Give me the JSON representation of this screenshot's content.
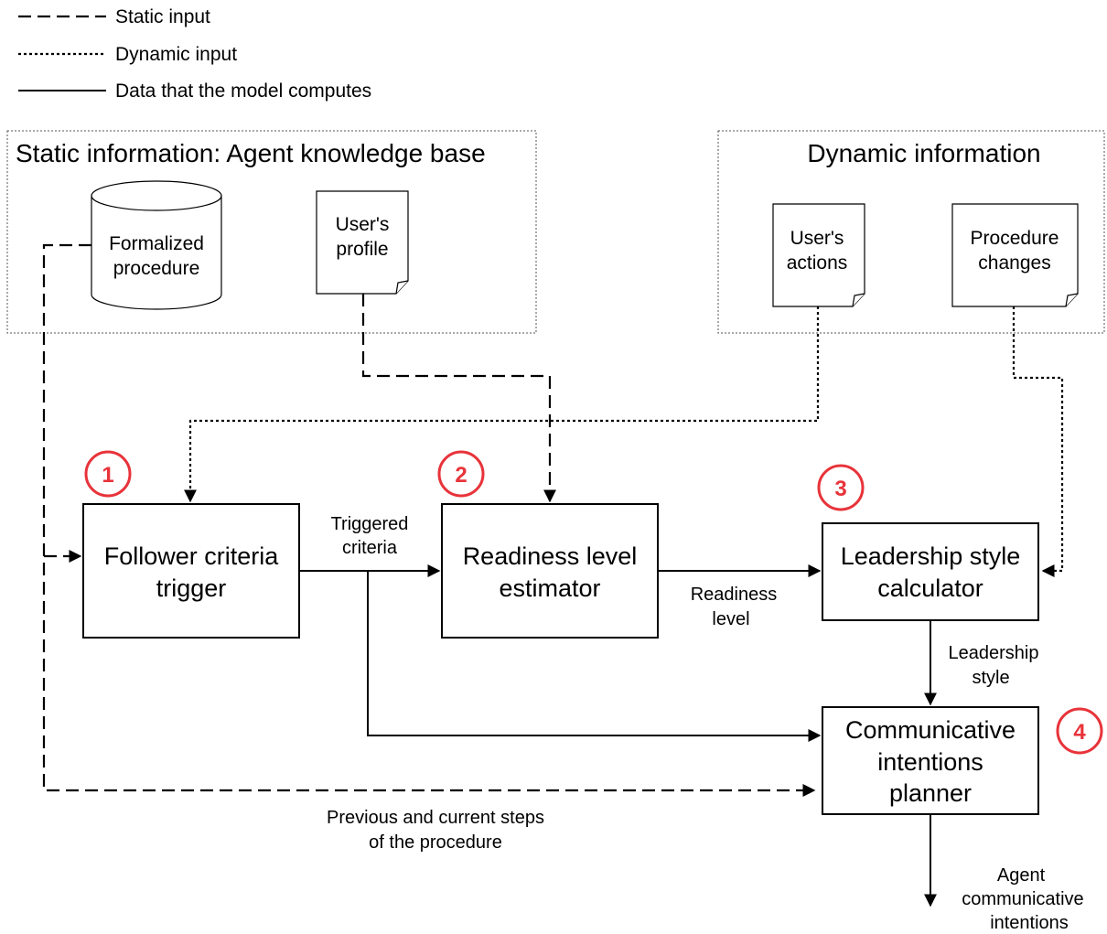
{
  "legend": {
    "static": "Static input",
    "dynamic": "Dynamic input",
    "computed": "Data that the model computes"
  },
  "panels": {
    "static_title": "Static information: Agent knowledge base",
    "dynamic_title": "Dynamic information"
  },
  "stores": {
    "formalized_procedure": [
      "Formalized",
      "procedure"
    ],
    "users_profile": [
      "User's",
      "profile"
    ],
    "users_actions": [
      "User's",
      "actions"
    ],
    "procedure_changes": [
      "Procedure",
      "changes"
    ]
  },
  "modules": {
    "follower": [
      "Follower criteria",
      "trigger"
    ],
    "readiness": [
      "Readiness level",
      "estimator"
    ],
    "leadership": [
      "Leadership style",
      "calculator"
    ],
    "communicative": [
      "Communicative",
      "intentions",
      "planner"
    ]
  },
  "steps": [
    "1",
    "2",
    "3",
    "4"
  ],
  "edge_labels": {
    "triggered_criteria": [
      "Triggered",
      "criteria"
    ],
    "readiness_level": [
      "Readiness",
      "level"
    ],
    "leadership_style": [
      "Leadership",
      "style"
    ],
    "previous_steps": [
      "Previous and current steps",
      "of the procedure"
    ],
    "agent_output": [
      "Agent",
      "communicative",
      "intentions"
    ]
  },
  "colors": {
    "step_marker": "#e8333a",
    "line": "#000000"
  }
}
